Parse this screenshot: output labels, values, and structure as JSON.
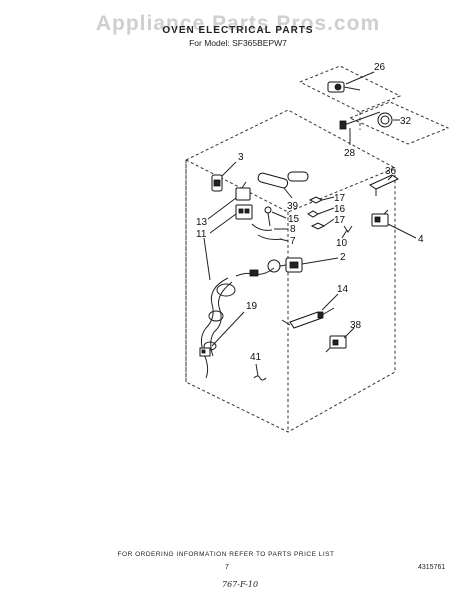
{
  "watermark": "Appliance Parts Pros.com",
  "header": {
    "title": "OVEN ELECTRICAL PARTS",
    "model": "For Model: SF365BEPW7"
  },
  "callouts": {
    "c26": "26",
    "c32": "32",
    "c28": "28",
    "c3": "3",
    "c36": "36",
    "c39": "39",
    "c17a": "17",
    "c16": "16",
    "c17b": "17",
    "c13": "13",
    "c15": "15",
    "c8": "8",
    "c11": "11",
    "c7": "7",
    "c10": "10",
    "c4": "4",
    "c2": "2",
    "c14": "14",
    "c19": "19",
    "c38": "38",
    "c41": "41"
  },
  "footer": {
    "ordering_note": "FOR ORDERING INFORMATION REFER TO PARTS PRICE LIST",
    "page_number": "7",
    "doc_number": "4315761",
    "handwritten_note": "767-F-10"
  }
}
